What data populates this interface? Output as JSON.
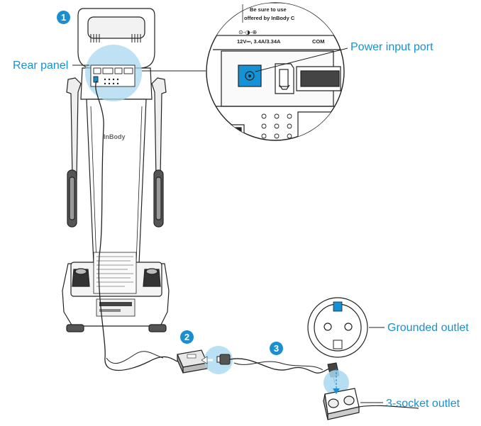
{
  "labels": {
    "rear_panel": "Rear panel",
    "power_input_port": "Power input port",
    "grounded_outlet": "Grounded outlet",
    "three_socket_outlet": "3-socket outlet"
  },
  "steps": [
    "1",
    "2",
    "3"
  ],
  "brand": "InBody",
  "zoom_text": {
    "warning_line1": "Be sure to use",
    "warning_line2": "offered by InBody C",
    "polarity": "⊙-◑-⊕",
    "rating": "12V⎓, 3.4A/3.34A",
    "port_code": "COM"
  },
  "colors": {
    "accent": "#1a8fd0",
    "highlight": "#a8d8f0",
    "port_fill": "#1592d6",
    "line": "#222222"
  }
}
